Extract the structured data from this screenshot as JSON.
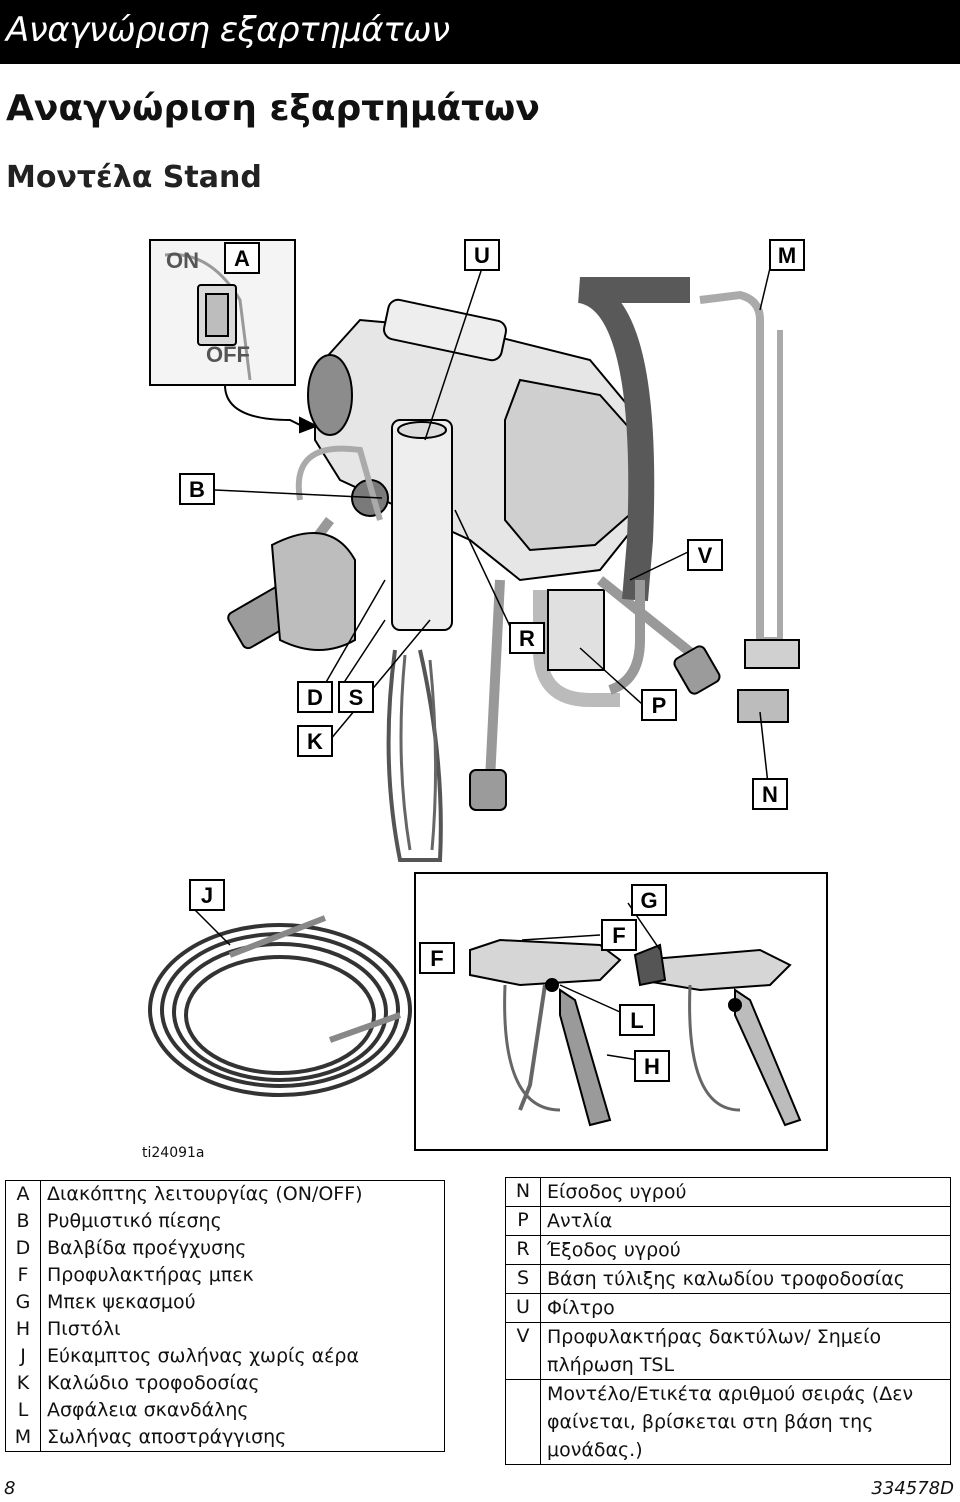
{
  "header": {
    "title": "Αναγνώριση εξαρτημάτων"
  },
  "section_title": "Αναγνώριση εξαρτημάτων",
  "subsection_title": "Μοντέλα Stand",
  "figure": {
    "labels": {
      "A": "A",
      "U": "U",
      "M": "M",
      "B": "B",
      "V": "V",
      "R": "R",
      "D": "D",
      "S": "S",
      "K": "K",
      "P": "P",
      "N": "N",
      "J": "J",
      "G": "G",
      "F": "F",
      "L": "L",
      "H": "H"
    },
    "switch_on": "ON",
    "switch_off": "OFF",
    "figure_id": "ti24091a"
  },
  "legend_left": [
    {
      "code": "A",
      "desc": "Διακόπτης λειτουργίας (ON/OFF)"
    },
    {
      "code": "B",
      "desc": "Ρυθμιστικό πίεσης"
    },
    {
      "code": "D",
      "desc": "Βαλβίδα προέγχυσης"
    },
    {
      "code": "F",
      "desc": "Προφυλακτήρας μπεκ"
    },
    {
      "code": "G",
      "desc": "Μπεκ ψεκασμού"
    },
    {
      "code": "H",
      "desc": "Πιστόλι"
    },
    {
      "code": "J",
      "desc": "Εύκαμπτος σωλήνας χωρίς αέρα"
    },
    {
      "code": "K",
      "desc": "Καλώδιο τροφοδοσίας"
    },
    {
      "code": "L",
      "desc": "Ασφάλεια σκανδάλης"
    },
    {
      "code": "M",
      "desc": "Σωλήνας αποστράγγισης"
    }
  ],
  "legend_right": [
    {
      "code": "N",
      "desc": "Είσοδος υγρού"
    },
    {
      "code": "P",
      "desc": "Αντλία"
    },
    {
      "code": "R",
      "desc": "Έξοδος υγρού"
    },
    {
      "code": "S",
      "desc": "Βάση τύλιξης καλωδίου τροφοδοσίας"
    },
    {
      "code": "U",
      "desc": "Φίλτρο"
    },
    {
      "code": "V",
      "desc": "Προφυλακτήρας δακτύλων/ Σημείο πλήρωση TSL"
    },
    {
      "code": "",
      "desc": "Μοντέλο/Ετικέτα αριθμού σειράς (Δεν φαίνεται, βρίσκεται στη βάση της μονάδας.)"
    }
  ],
  "footer": {
    "page": "8",
    "doc_number": "334578D"
  }
}
